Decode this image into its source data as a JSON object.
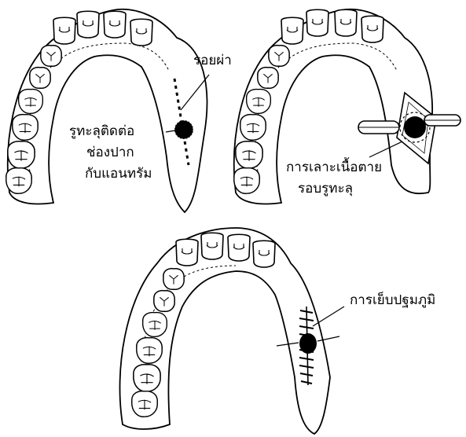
{
  "panel1": {
    "incision_label": "รอยผ่า",
    "fistula_label_line1": "รูทะลุติดต่อ",
    "fistula_label_line2": "ช่องปาก",
    "fistula_label_line3": "กับแอนทรัม"
  },
  "panel2": {
    "excision_label_line1": "การเลาะเนื้อตาย",
    "excision_label_line2": "รอบรูทะลุ"
  },
  "panel3": {
    "closure_label": "การเย็บปฐมภูมิ"
  }
}
